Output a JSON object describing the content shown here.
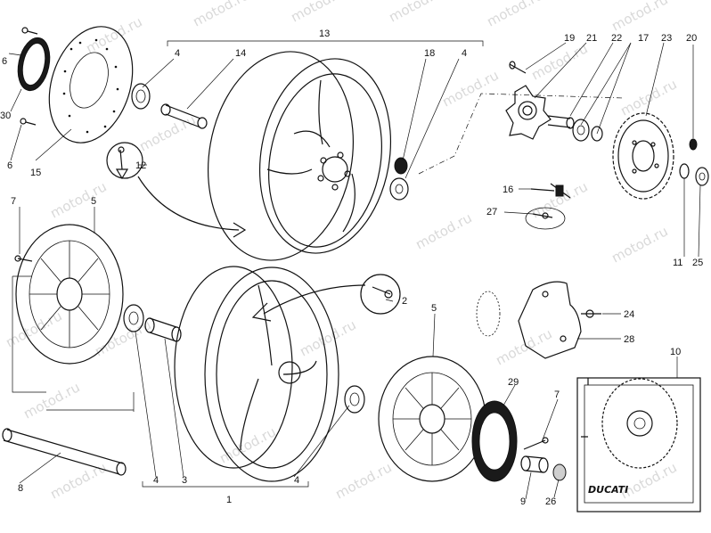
{
  "watermark": "motod.ru",
  "brand_logo_text": "DUCATI",
  "part_labels": {
    "p1": "1",
    "p2": "2",
    "p3": "3",
    "p4a": "4",
    "p4b": "4",
    "p4c": "4",
    "p4d": "4",
    "p5a": "5",
    "p5b": "5",
    "p6a": "6",
    "p6b": "6",
    "p7a": "7",
    "p7b": "7",
    "p8": "8",
    "p9": "9",
    "p10": "10",
    "p11": "11",
    "p12": "12",
    "p13": "13",
    "p14": "14",
    "p15": "15",
    "p16": "16",
    "p17": "17",
    "p18": "18",
    "p19": "19",
    "p20": "20",
    "p21": "21",
    "p22": "22",
    "p23": "23",
    "p24": "24",
    "p25": "25",
    "p26": "26",
    "p27": "27",
    "p28": "28",
    "p29": "29",
    "p30": "30"
  }
}
